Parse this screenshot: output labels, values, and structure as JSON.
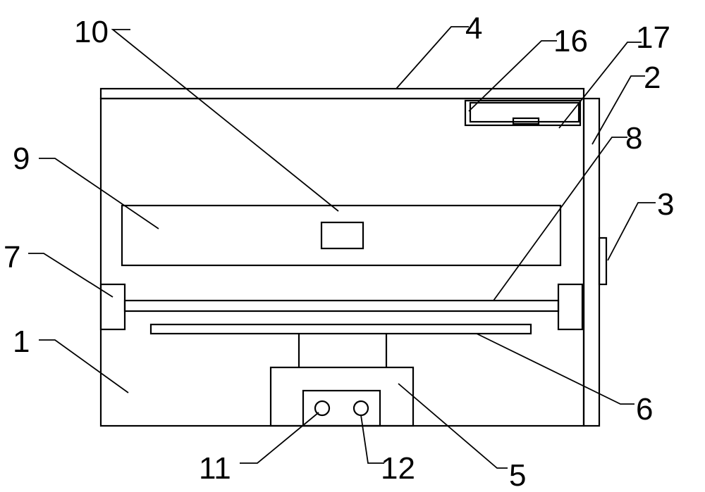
{
  "labels": {
    "l1": "1",
    "l2": "2",
    "l3": "3",
    "l4": "4",
    "l5": "5",
    "l6": "6",
    "l7": "7",
    "l8": "8",
    "l9": "9",
    "l10": "10",
    "l11": "11",
    "l12": "12",
    "l16": "16",
    "l17": "17"
  }
}
